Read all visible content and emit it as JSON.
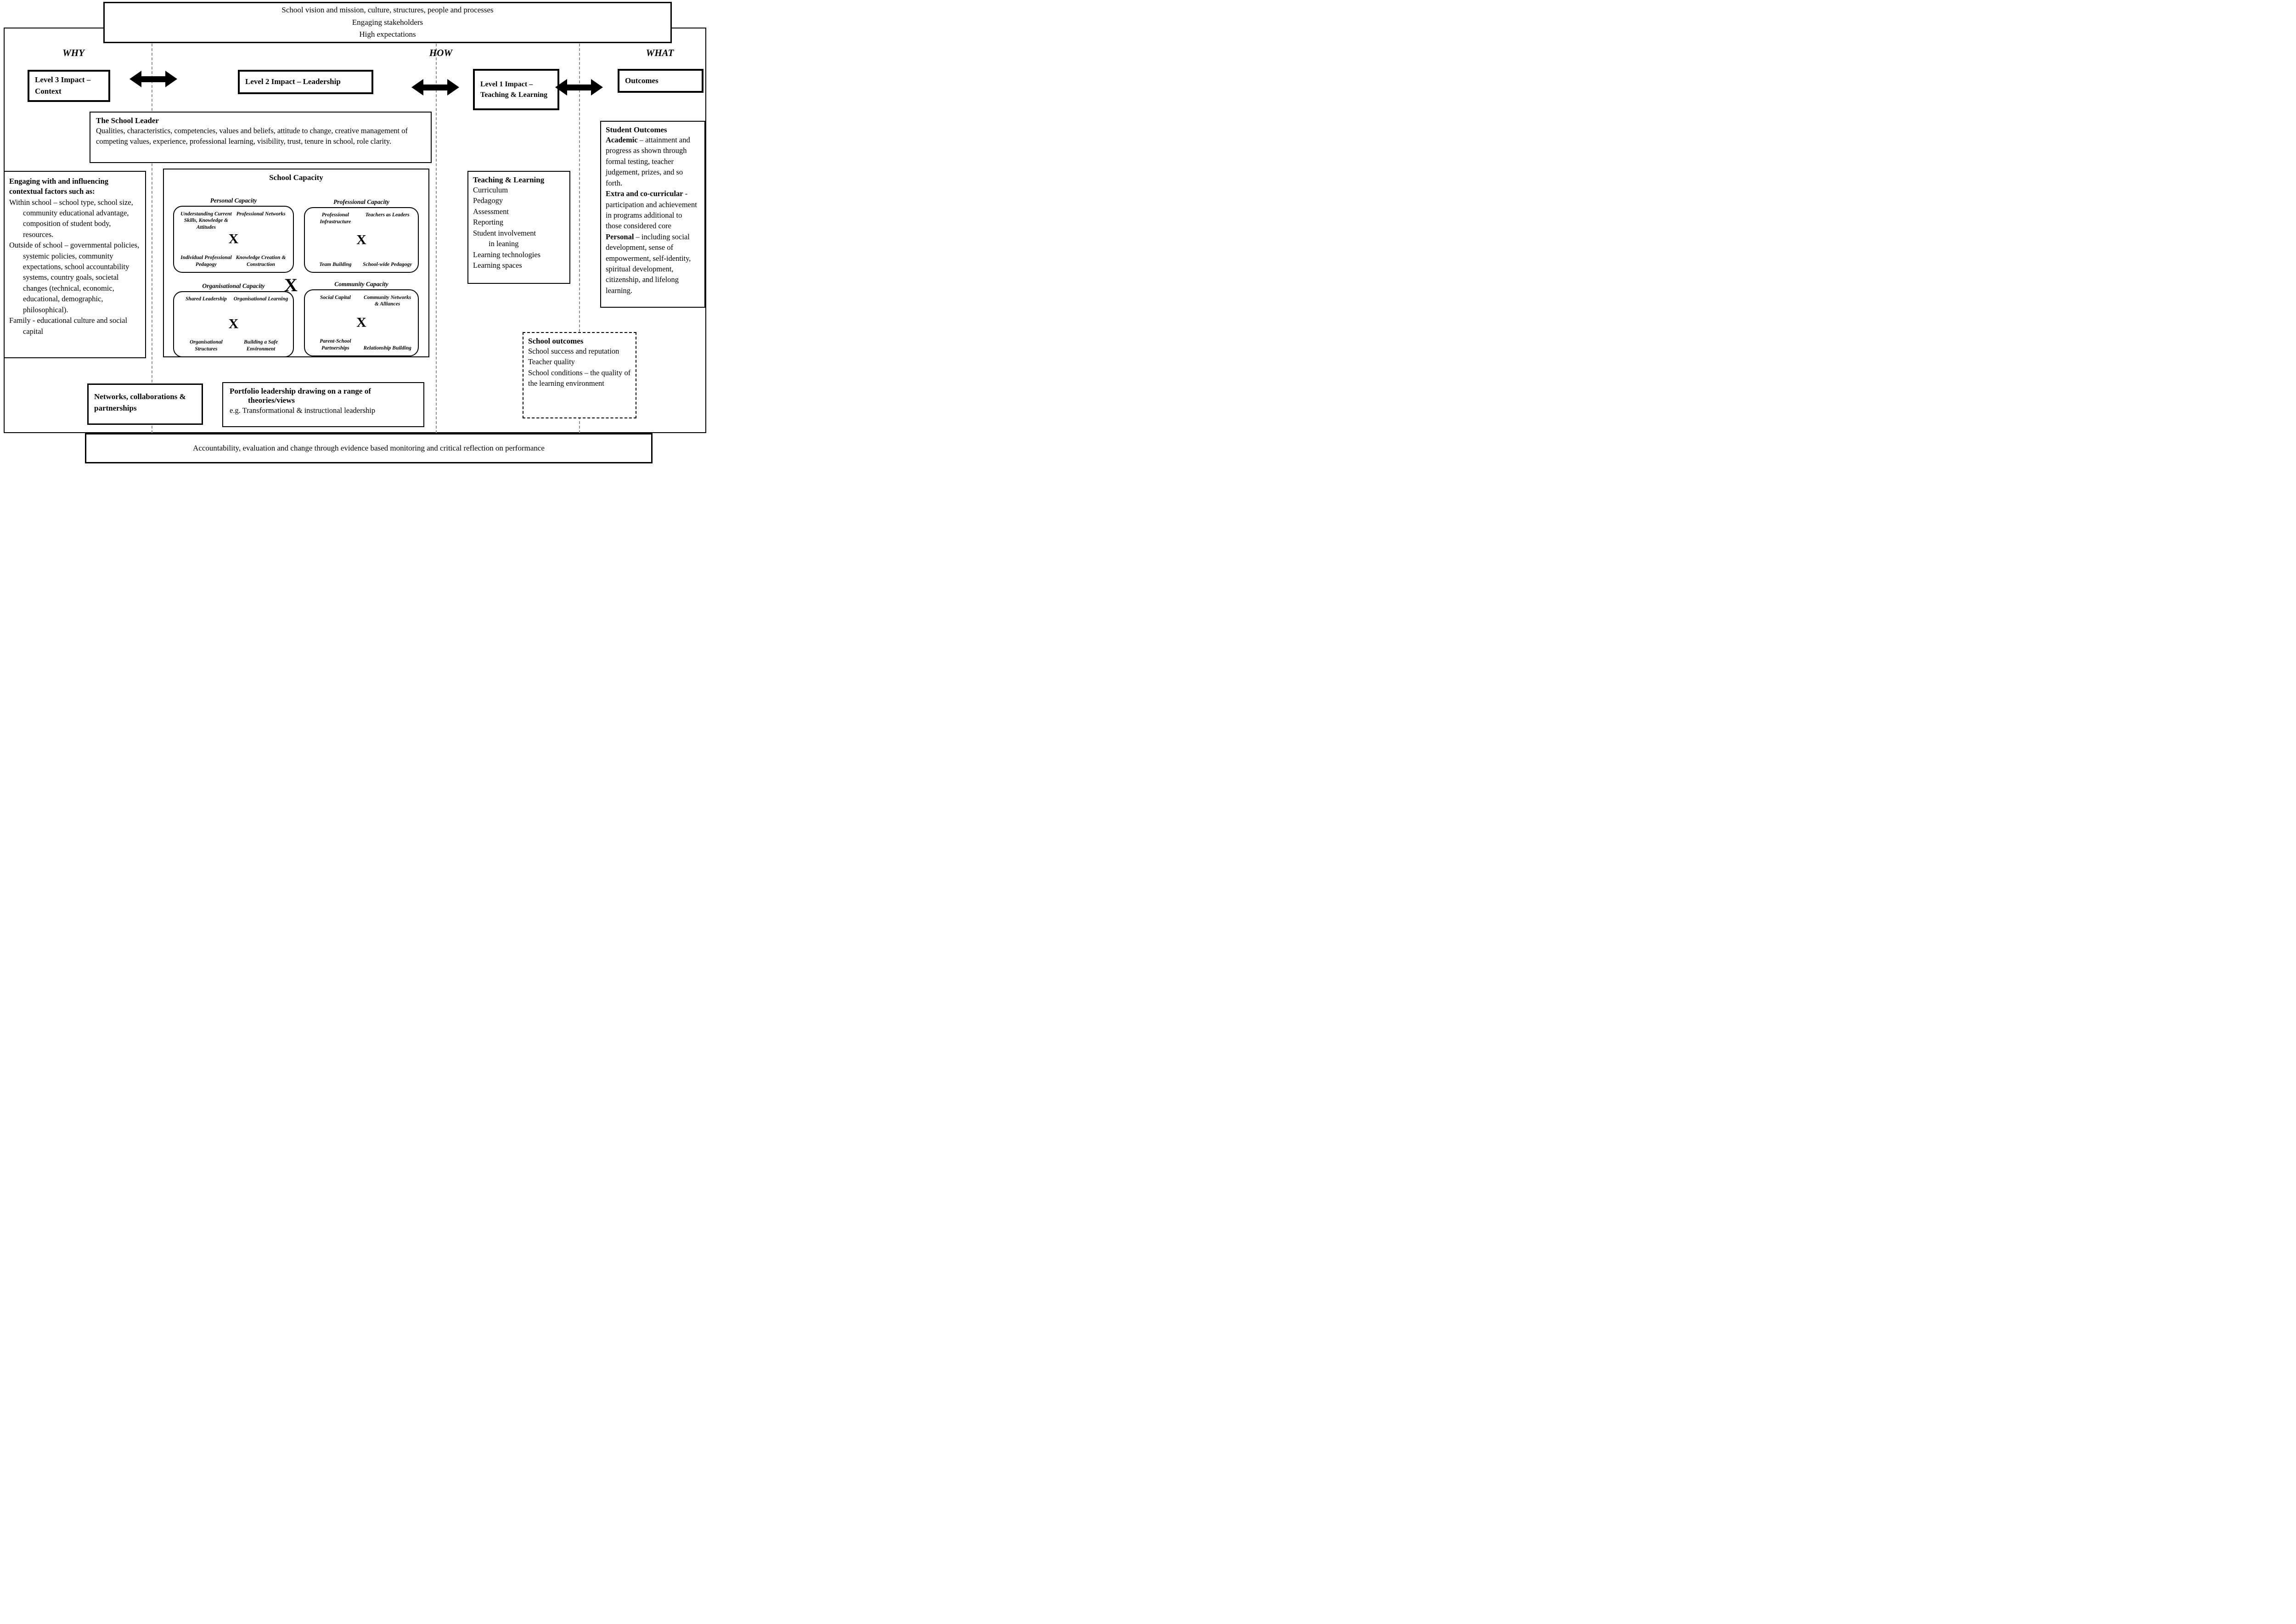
{
  "banner_top": {
    "line1": "School vision and mission, culture, structures, people and processes",
    "line2": "Engaging stakeholders",
    "line3": "High expectations"
  },
  "column_headers": {
    "why": "WHY",
    "how": "HOW",
    "what": "WHAT"
  },
  "impact_boxes": {
    "level3": "Level 3 Impact – Context",
    "level2": "Level 2 Impact – Leadership",
    "level1": "Level 1 Impact – Teaching & Learning",
    "outcomes": "Outcomes"
  },
  "school_leader": {
    "title": "The School Leader",
    "body": "Qualities, characteristics, competencies, values and beliefs, attitude to change, creative management of competing values, experience, professional learning, visibility, trust, tenure in school, role clarity."
  },
  "contextual_factors": {
    "title": "Engaging with and influencing contextual factors such as:",
    "items": [
      "Within school – school type, school size, community educational advantage, composition of student body, resources.",
      "Outside of school – governmental policies, systemic policies, community expectations, school accountability systems, country goals, societal changes (technical, economic, educational, demographic, philosophical).",
      "Family - educational culture and social capital"
    ]
  },
  "school_capacity": {
    "title": "School Capacity",
    "center_marker": "X",
    "quadrants": [
      {
        "title": "Personal Capacity",
        "marker": "X",
        "items": [
          "Understanding Current Skills, Knowledge & Attitudes",
          "Professional Networks",
          "Individual Professional Pedagogy",
          "Knowledge Creation & Construction"
        ]
      },
      {
        "title": "Professional Capacity",
        "marker": "X",
        "items": [
          "Professional Infrastructure",
          "Teachers as Leaders",
          "Team Building",
          "School-wide Pedagogy"
        ]
      },
      {
        "title": "Organisational Capacity",
        "marker": "X",
        "items": [
          "Shared Leadership",
          "Organisational Learning",
          "Organisational Structures",
          "Building a Safe Environment"
        ]
      },
      {
        "title": "Community Capacity",
        "marker": "X",
        "items": [
          "Social Capital",
          "Community Networks & Alliances",
          "Parent-School Partnerships",
          "Relationship Building"
        ]
      }
    ]
  },
  "teaching_learning": {
    "title": "Teaching & Learning",
    "items": [
      "Curriculum",
      "Pedagogy",
      "Assessment",
      "Reporting",
      "Student involvement",
      "in leaning",
      "Learning technologies",
      "Learning spaces"
    ]
  },
  "student_outcomes": {
    "title": "Student Outcomes",
    "sections": [
      {
        "lead": "Academic",
        "text": " – attainment and progress as shown through formal testing, teacher judgement, prizes, and so forth."
      },
      {
        "lead": "Extra and co-curricular",
        "text": " - participation and achievement in programs additional to those considered core"
      },
      {
        "lead": "Personal",
        "text": " – including social development, sense of empowerment, self-identity, spiritual development, citizenship, and lifelong learning."
      }
    ]
  },
  "school_outcomes": {
    "title": "School outcomes",
    "items": [
      "School success and reputation",
      "Teacher quality",
      "School conditions – the quality of the learning environment"
    ]
  },
  "networks": {
    "label": "Networks, collaborations & partnerships"
  },
  "portfolio": {
    "title_line1": "Portfolio leadership drawing on a range of",
    "title_line2": "theories/views",
    "example": "e.g. Transformational & instructional leadership"
  },
  "banner_bottom": {
    "text": "Accountability, evaluation and change through evidence based monitoring and critical reflection on performance"
  }
}
